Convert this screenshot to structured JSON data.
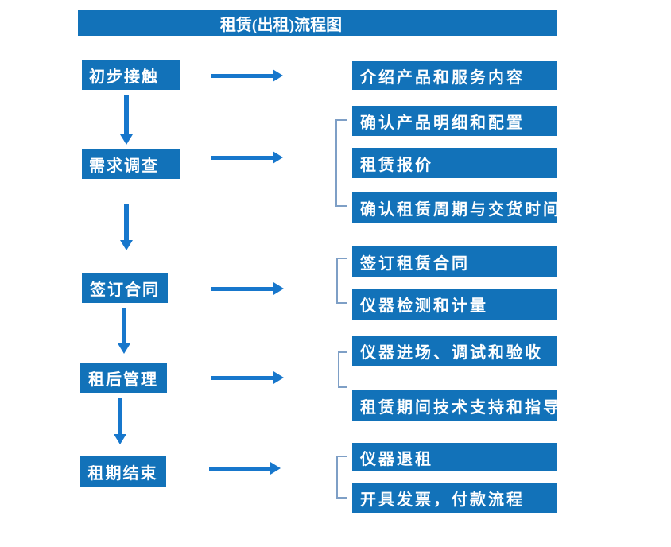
{
  "title": "租赁(出租)流程图",
  "colors": {
    "box_blue": "#1272B9",
    "arrow_blue": "#1777CC",
    "bracket_blue": "#7E9FC6",
    "text_white": "#FFFFFF",
    "background": "#FFFFFF"
  },
  "stages": [
    {
      "label": "初步接触",
      "outputs": [
        "介绍产品和服务内容"
      ]
    },
    {
      "label": "需求调查",
      "outputs": [
        "确认产品明细和配置",
        "租赁报价",
        "确认租赁周期与交货时间"
      ]
    },
    {
      "label": "签订合同",
      "outputs": [
        "签订租赁合同",
        "仪器检测和计量"
      ]
    },
    {
      "label": "租后管理",
      "outputs": [
        "仪器进场、调试和验收",
        "租赁期间技术支持和指导"
      ]
    },
    {
      "label": "租期结束",
      "outputs": [
        "仪器退租",
        "开具发票，付款流程"
      ]
    }
  ]
}
